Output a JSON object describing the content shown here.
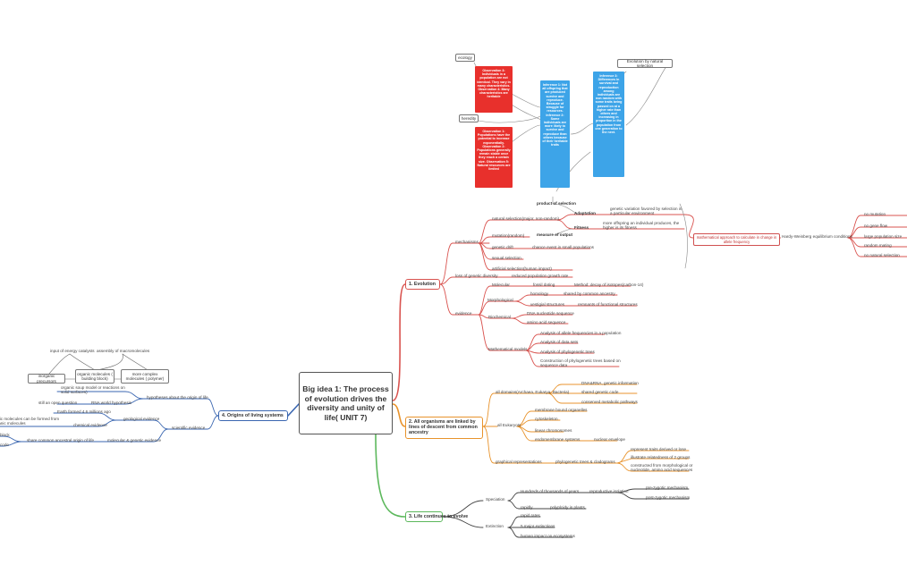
{
  "central": {
    "title": "Big idea 1: The process of evolution drives the diversity and unity of life( UNIT 7)"
  },
  "colors": {
    "evolution": "#d9534f",
    "descent": "#e8932c",
    "continues": "#5cb85c",
    "origins": "#3a66b0",
    "note_red": "#e8302c",
    "note_blue": "#3da4e8"
  },
  "branches": {
    "evolution": "1. Evolution",
    "descent": "2. All organisms are linked by lines of descent from common ancestry",
    "continues": "3. Life continues to evolve",
    "origins": "4. Origins of living systems"
  },
  "top": {
    "ecology": "ecology",
    "heredity": "heredity",
    "evolution_natural_selection": "Evolution by natural selection",
    "obs1": "Observation 3: Individuals in a population are not identical. They vary in many characteristics. Observation 4: Many characteristics are heritable",
    "obs2": "Observation 1: Populations have the potential to increase exponentially. Observation 2: Populations generally remain stable once they reach a certain size. Observation 5: Natural resources are limited",
    "inf1": "Inference 1: Not all offspring that are produced survive and reproduce. Because of struggle for resources. Inference 2: Some individuals are more likely to survive and reproduce than others because of their heritable traits",
    "inf3": "Inference 3: Differences in survival and reproduction among individuals are non random with some traits being passed on at a higher rate than others and increasing in proportion in the population from one generation to the next."
  },
  "evolution": {
    "mechanisms": "mechanisms",
    "natural_selection": "natural selection(major, non-random)",
    "product_of_selection": "product of selection",
    "adaptation": "Adaptation",
    "adaptation_def": "genetic variation favored by selection in a particular environment",
    "fitness": "Fitness",
    "fitness_def": "more offspring an individual produces, the higher is its fitness",
    "measure_of_output": "measure of output",
    "mutation": "mutation(random)",
    "genetic_drift": "genetic drift",
    "chance_events": "chance event in small populations",
    "sexual_selection": "sexual selection",
    "artificial_selection": "artificial selection(human impact)",
    "loss_genetic_diversity": "loss of genetic diversity",
    "reduced_growth": "reduced population growth rate",
    "math_approach": "mathematical approach to calculate in change in allele frequency",
    "hw": "Hardy-Weinberg equilibrium conditions",
    "hw_conditions": [
      "no mutation",
      "no gene flow",
      "large population size",
      "random mating",
      "no natural selection"
    ],
    "evidence": "evidence",
    "molecular": "Molecular",
    "fossil_dating": "fossil dating",
    "method_decay": "Method: decay of isotopes(carbon-14)",
    "morphological": "Morphological",
    "homology": "homology",
    "shared_ancestry": "shared by common ancestry",
    "vestigial": "vestigial structures",
    "remnants": "remnants of functional structures",
    "biochemical": "Biochemical",
    "dna_seq": "DNA nucleotide sequence",
    "aa_seq": "amino acid sequence",
    "math_models": "Mathematical models",
    "math_items": [
      "Analysis of allele frequencies in a population",
      "Analysis of data sets",
      "Analysis of phylogenetic trees",
      "Construction of phylogenetic trees based on sequence data"
    ]
  },
  "descent": {
    "all_domains": "all domains(Archaea, Eukarya, Bacteria)",
    "dna_rna": "DNA&RNA, genetic information",
    "shared_code": "shared genetic code",
    "conserved": "conserved metabolic pathways",
    "eukaryotes": "all Eukaryots",
    "membrane_organelles": "membrane bound organelles",
    "cytoskeleton": "cytoskeleton",
    "linear_chrom": "linear chromosomes",
    "endomembrane": "endomembrane systems",
    "nuclear_envelope": "nuclear envelope",
    "graphical": "graphical representations",
    "phylo": "phylogenetic trees & cladograms",
    "phylo_items": [
      "represent traits derived or lose",
      "illustrate relatedness of 2 groups",
      "constructed from morphological or nucleotide, amino acid sequences"
    ]
  },
  "continues": {
    "speciation": "Speciation",
    "hundreds": "Hundreds of thousands of years",
    "reproductive_isolation": "reproductive isolation",
    "pre_zygotic": "pre-zygotic mechanism",
    "post_zygotic": "post-zygotic mechanism",
    "rapidly": "rapidly",
    "polyploidy": "polyploidy in plants",
    "extinction": "Extinction",
    "rapid_rates": "rapid rates",
    "five_major": "5 major extinctions",
    "human_impact": "human impact on ecosystems"
  },
  "origins": {
    "input_energy": "input of energy catalysts",
    "assembly": "assembly of macromolecules",
    "inorganic": "inorganic precursors",
    "organic_building": "organic molecules ( building block)",
    "complex_polymer": "more complex molecules ( polymer)",
    "organic_soup": "organic soup model or reactions on solid surfaces)",
    "hypotheses": "hypotheses about the origin of life",
    "still_open": "still an open question",
    "rna_world": "RNA world hypothesis",
    "earth_formed": "Earth formed 4.6 millions ago",
    "geological": "geological evidence",
    "organic_formed": "organic molecules can be formed from inorganic molecules",
    "chemical": "chemical evidence",
    "scientific": "scientific evidence",
    "block": "block",
    "share_ancestral": "share common ancestral origin of life",
    "mol_genetic": "molecular & genetic evidence",
    "code": "code"
  }
}
